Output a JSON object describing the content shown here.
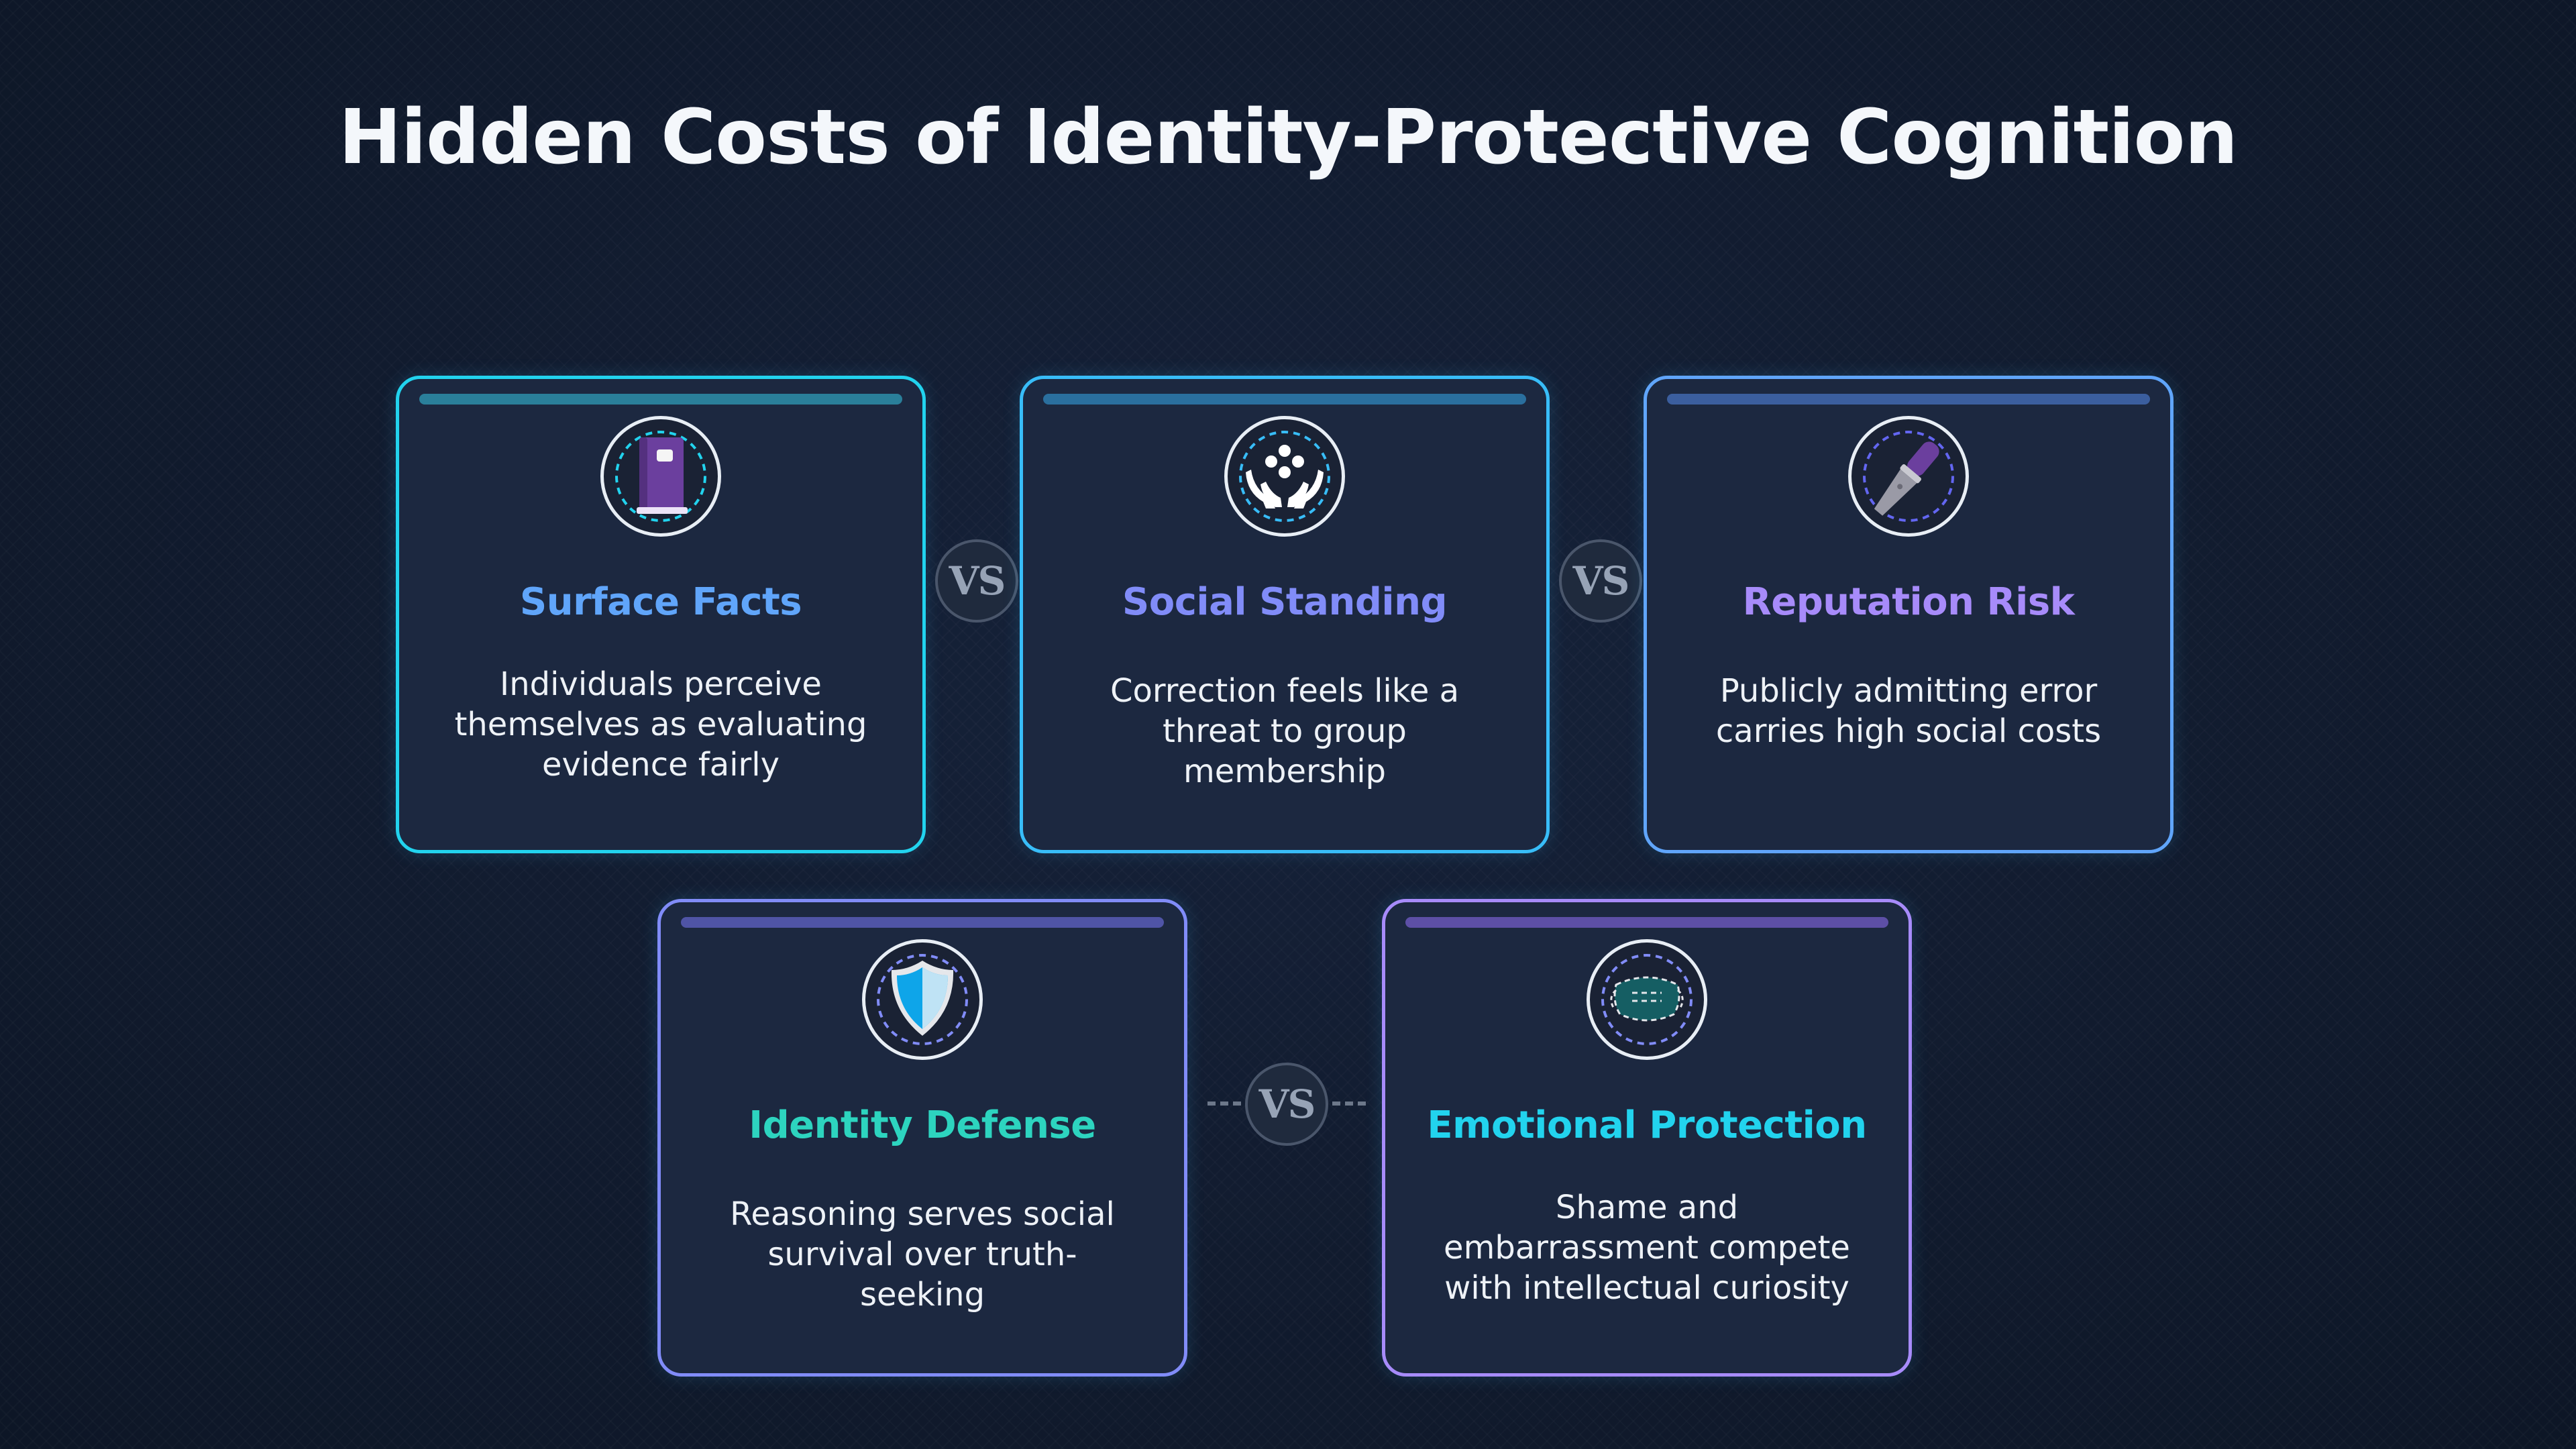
{
  "title": "Hidden Costs of Identity-Protective Cognition",
  "vs_label": "VS",
  "colors": {
    "background": "#111b2e",
    "card_bg": "#1c2840",
    "cyan": "#22d3ee",
    "blue": "#60a5fa",
    "violet": "#a78bfa",
    "teal": "#2dd4bf"
  },
  "cards": [
    {
      "id": "surface-facts",
      "title": "Surface Facts",
      "description": "Individuals perceive themselves as evaluating evidence fairly",
      "icon": "book-icon",
      "title_color": "#60a5fa",
      "border_color": "#22d3ee",
      "bar_color": "#2a7f9a"
    },
    {
      "id": "social-standing",
      "title": "Social Standing",
      "description": "Correction feels like a threat to group membership",
      "icon": "community-hands-icon",
      "title_color": "#818cf8",
      "border_color": "#38bdf8",
      "bar_color": "#2a6f9e"
    },
    {
      "id": "reputation-risk",
      "title": "Reputation Risk",
      "description": "Publicly admitting error carries high social costs",
      "icon": "microphone-icon",
      "title_color": "#a78bfa",
      "border_color": "#60a5fa",
      "bar_color": "#3b5e9e"
    },
    {
      "id": "identity-defense",
      "title": "Identity Defense",
      "description": "Reasoning serves social survival over truth-seeking",
      "icon": "shield-icon",
      "title_color": "#2dd4bf",
      "border_color": "#818cf8",
      "bar_color": "#4f54a6"
    },
    {
      "id": "emotional-protection",
      "title": "Emotional Protection",
      "description": "Shame and embarrassment compete with intellectual curiosity",
      "icon": "mask-icon",
      "title_color": "#22d3ee",
      "border_color": "#a78bfa",
      "bar_color": "#5d4fa6"
    }
  ]
}
